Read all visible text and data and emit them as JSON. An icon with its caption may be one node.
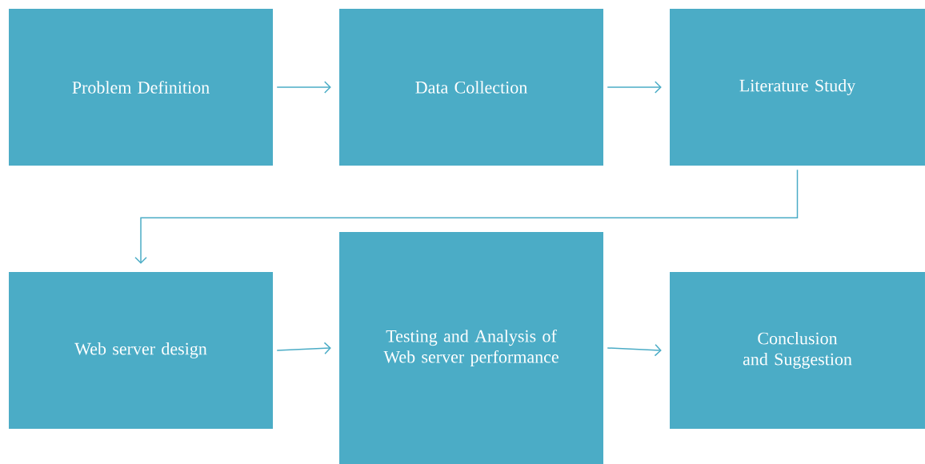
{
  "diagram": {
    "nodes": [
      {
        "text": [
          "Problem Definition"
        ]
      },
      {
        "text": [
          "Data Collection"
        ]
      },
      {
        "text": [
          "Literature Study"
        ]
      },
      {
        "text": [
          "Web server design"
        ]
      },
      {
        "text": [
          "Testing and Analysis of Web server performance"
        ]
      },
      {
        "text": [
          "Conclusion and Suggestion"
        ]
      }
    ],
    "edges": [
      {
        "from": 0,
        "to": 1,
        "arrow": "to"
      },
      {
        "from": 1,
        "to": 2,
        "arrow": "to"
      },
      {
        "from": 2,
        "to": 3,
        "arrow": "to"
      },
      {
        "from": 3,
        "to": 4,
        "arrow": "to"
      },
      {
        "from": 4,
        "to": 5,
        "arrow": "to"
      }
    ]
  }
}
